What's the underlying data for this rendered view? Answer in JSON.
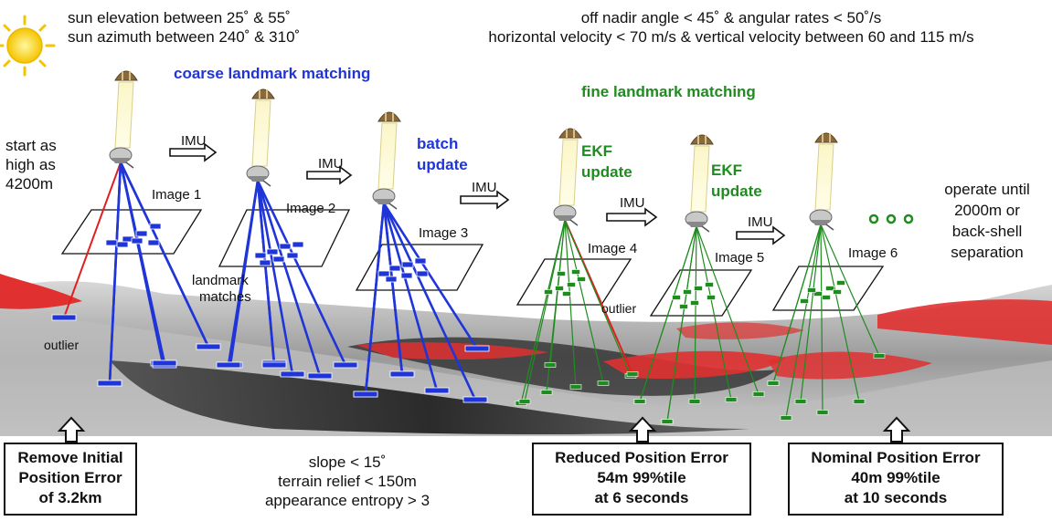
{
  "conditions": {
    "sun_elevation": "sun elevation between 25˚ & 55˚",
    "sun_azimuth": "sun azimuth between 240˚ & 310˚",
    "angles": "off nadir angle < 45˚ & angular rates < 50˚/s",
    "velocity": "horizontal velocity < 70 m/s & vertical velocity between 60 and 115 m/s"
  },
  "phases": {
    "coarse": "coarse landmark matching",
    "fine": "fine landmark matching"
  },
  "updates": {
    "batch": [
      "batch",
      "update"
    ],
    "ekf": [
      "EKF",
      "update"
    ]
  },
  "start_note": [
    "start as",
    "high as",
    "4200m"
  ],
  "end_note": [
    "operate until",
    "2000m or",
    "back-shell",
    "separation"
  ],
  "images": [
    "Image 1",
    "Image 2",
    "Image 3",
    "Image 4",
    "Image 5",
    "Image 6"
  ],
  "imu_label": "IMU",
  "labels": {
    "outlier": "outlier",
    "landmark_matches": [
      "landmark",
      "matches"
    ]
  },
  "terrain": [
    "slope < 15˚",
    "terrain relief < 150m",
    "appearance entropy > 3"
  ],
  "results": [
    [
      "Remove Initial",
      "Position Error",
      "of 3.2km"
    ],
    [
      "Reduced Position Error",
      "54m 99%tile",
      "at 6 seconds"
    ],
    [
      "Nominal Position Error",
      "40m 99%tile",
      "at 10 seconds"
    ]
  ],
  "icons": {
    "sun": "sun-icon",
    "parachute": "parachute-icon",
    "ellipsis": "ellipsis-icon",
    "arrow": "up-arrow-icon"
  },
  "colors": {
    "coarse": "#1f35d8",
    "fine": "#1e8c1e",
    "outlier": "#e02020",
    "terrain_hazard": "#e03030"
  }
}
